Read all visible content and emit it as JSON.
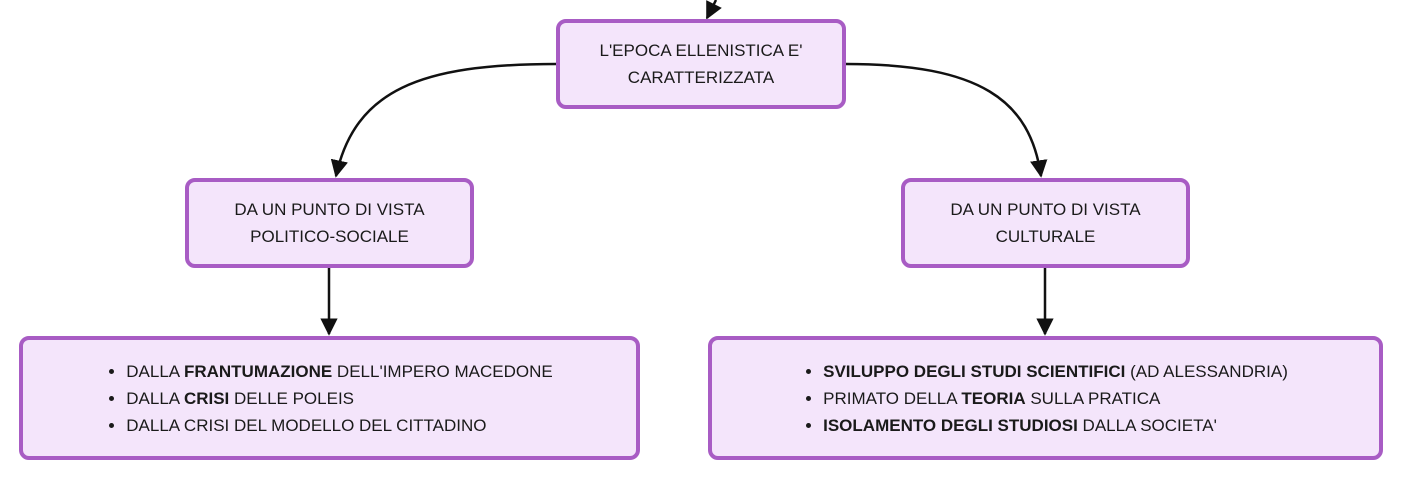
{
  "root": {
    "label_line1": "L'EPOCA ELLENISTICA E'",
    "label_line2": "CARATTERIZZATA"
  },
  "political": {
    "label_line1": "DA UN PUNTO DI VISTA",
    "label_line2": "POLITICO-SOCIALE",
    "items": [
      {
        "pre": "DALLA ",
        "bold": "FRANTUMAZIONE",
        "post": " DELL'IMPERO MACEDONE"
      },
      {
        "pre": "DALLA ",
        "bold": "CRISI",
        "post": " DELLE POLEIS"
      },
      {
        "pre": "DALLA CRISI DEL MODELLO DEL CITTADINO",
        "bold": "",
        "post": ""
      }
    ]
  },
  "cultural": {
    "label_line1": "DA UN PUNTO DI VISTA",
    "label_line2": "CULTURALE",
    "items": [
      {
        "pre": "",
        "bold": "SVILUPPO DEGLI STUDI SCIENTIFICI",
        "post": " (AD ALESSANDRIA)"
      },
      {
        "pre": "PRIMATO DELLA ",
        "bold": "TEORIA",
        "post": " SULLA PRATICA"
      },
      {
        "pre": "",
        "bold": "ISOLAMENTO DEGLI STUDIOSI",
        "post": " DALLA SOCIETA'"
      }
    ]
  },
  "colors": {
    "node_fill": "#f4e5fb",
    "node_border": "#a85cc4",
    "connector": "#111111"
  }
}
